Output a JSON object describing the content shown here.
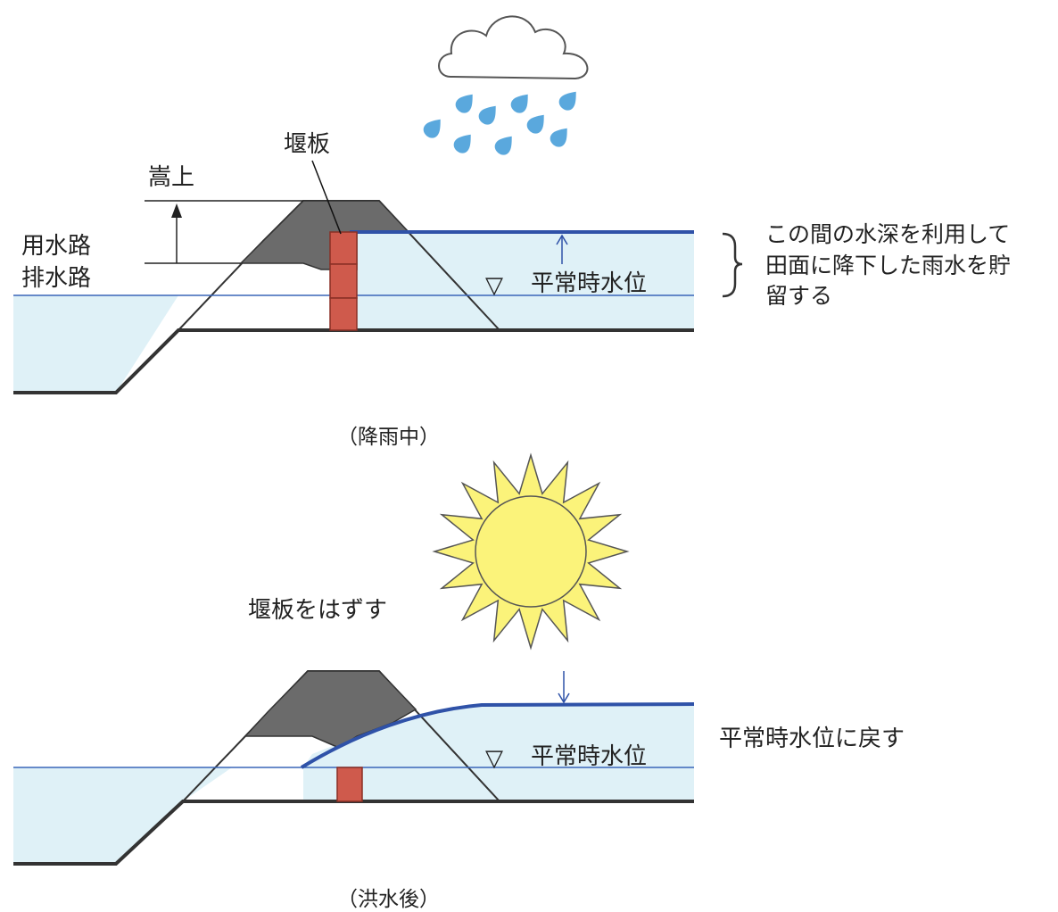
{
  "top_panel": {
    "weir_label": "堰板",
    "raise_label": "嵩上",
    "canal_labels": [
      "用水路",
      "排水路"
    ],
    "normal_level_symbol": "▽",
    "normal_level_label": "平常時水位",
    "note_lines": [
      "この間の水深を利用して",
      "田面に降下した雨水を貯",
      "留する"
    ],
    "caption": "（降雨中）"
  },
  "bottom_panel": {
    "remove_label": "堰板をはずす",
    "normal_level_symbol": "▽",
    "normal_level_label": "平常時水位",
    "return_label": "平常時水位に戻す",
    "caption": "（洪水後）"
  },
  "colors": {
    "water_fill": "#dff1f7",
    "water_line": "#3a66b8",
    "raised_line": "#2f52a8",
    "embankment_dark": "#6b6b6b",
    "weir_board": "#cf5a4c",
    "cloud": "#ffffff",
    "raindrop": "#5aa8dd",
    "sun_fill": "#fbf37a",
    "ground": "#333333"
  },
  "icons": [
    "cloud-icon",
    "raindrop-icon",
    "sun-icon",
    "arrow-icon",
    "brace-icon"
  ]
}
